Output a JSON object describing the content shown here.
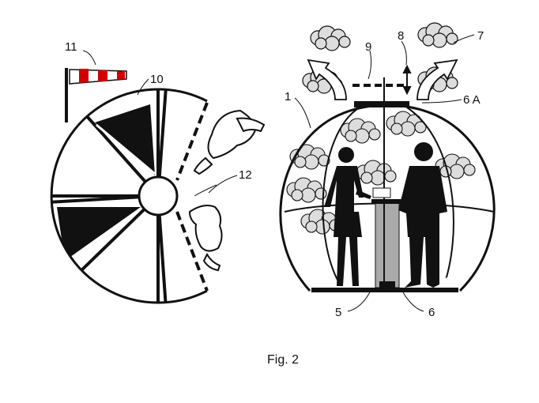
{
  "labels": {
    "ref_1": "1",
    "ref_5": "5",
    "ref_6": "6",
    "ref_6a": "6 A",
    "ref_7": "7",
    "ref_8": "8",
    "ref_9": "9",
    "ref_10": "10",
    "ref_11": "11",
    "ref_12": "12"
  },
  "caption": "Fig. 2",
  "colors": {
    "ink": "#111111",
    "cloud": "#dddddd",
    "windsock": "#d40000",
    "table_core": "#aaaaaa"
  }
}
